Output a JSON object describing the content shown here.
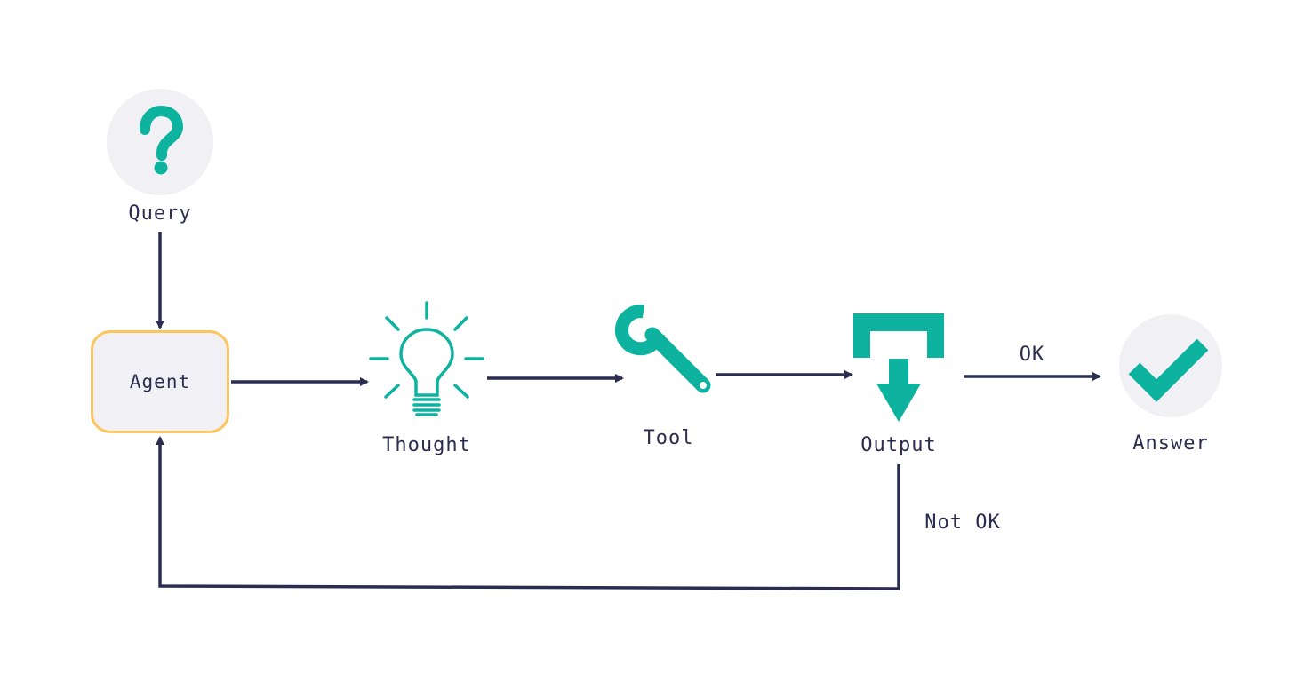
{
  "nodes": {
    "query": {
      "label": "Query",
      "icon": "question-mark-icon"
    },
    "agent": {
      "label": "Agent"
    },
    "thought": {
      "label": "Thought",
      "icon": "lightbulb-icon"
    },
    "tool": {
      "label": "Tool",
      "icon": "wrench-icon"
    },
    "output": {
      "label": "Output",
      "icon": "output-arrow-icon"
    },
    "answer": {
      "label": "Answer",
      "icon": "checkmark-icon"
    }
  },
  "edges": {
    "ok_label": "OK",
    "not_ok_label": "Not OK"
  },
  "colors": {
    "accent": "#0db39e",
    "line": "#2a2d4f",
    "agent_border": "#fcc55d",
    "circle_bg": "#f1f1f5"
  }
}
